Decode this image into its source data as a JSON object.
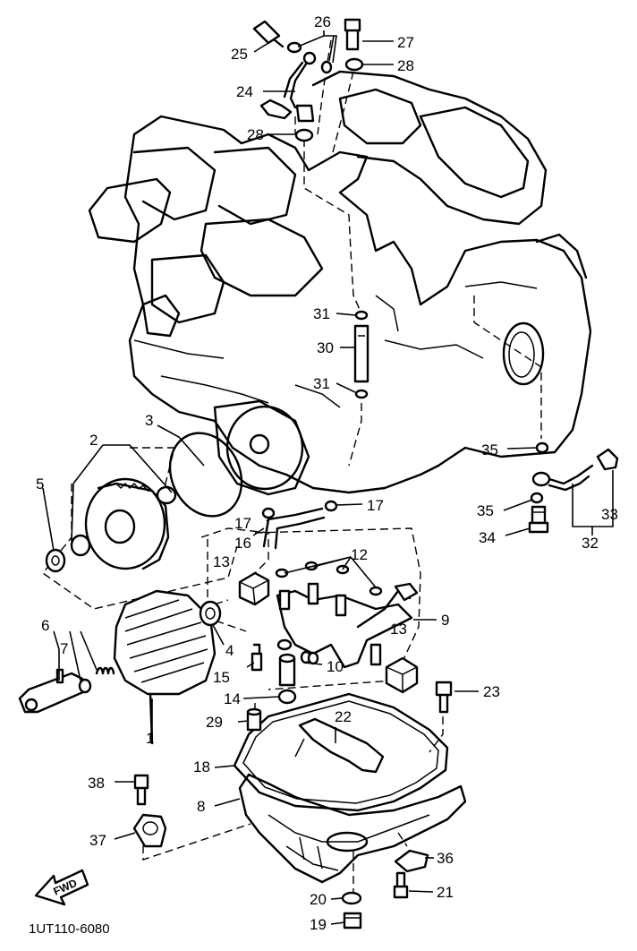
{
  "diagram": {
    "code": "1UT110-6080",
    "fwd_label": "FWD",
    "callouts": {
      "c1": "1",
      "c2": "2",
      "c3": "3",
      "c4": "4",
      "c5": "5",
      "c6": "6",
      "c7": "7",
      "c8": "8",
      "c9": "9",
      "c10": "10",
      "c12": "12",
      "c13a": "13",
      "c13b": "13",
      "c14": "14",
      "c15": "15",
      "c16": "16",
      "c17a": "17",
      "c17b": "17",
      "c18": "18",
      "c19": "19",
      "c20": "20",
      "c21": "21",
      "c22": "22",
      "c23": "23",
      "c24": "24",
      "c25": "25",
      "c26": "26",
      "c27": "27",
      "c28a": "28",
      "c28b": "28",
      "c29": "29",
      "c30": "30",
      "c31a": "31",
      "c31b": "31",
      "c32": "32",
      "c33": "33",
      "c34": "34",
      "c35a": "35",
      "c35b": "35",
      "c36": "36",
      "c37": "37",
      "c38": "38"
    }
  }
}
